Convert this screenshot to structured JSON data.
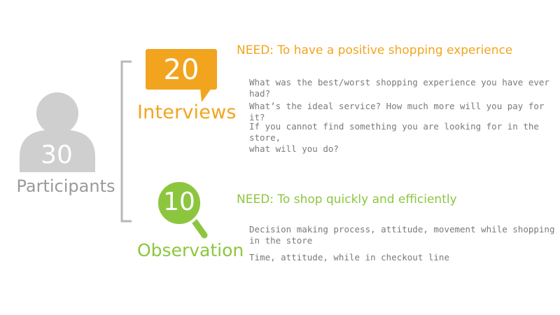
{
  "participants": {
    "count": "30",
    "label": "Participants",
    "color": "#cfcfcf"
  },
  "interviews": {
    "count": "20",
    "label": "Interviews",
    "color": "#f2a41f",
    "icon": "speech-bubble-icon",
    "need": "NEED: To have a positive shopping experience",
    "questions": [
      "What was the best/worst shopping experience you have ever had?",
      "What’s the ideal service? How much more will you pay for it?",
      "If you cannot find something you are looking for in the store,\n what will you do?"
    ]
  },
  "observation": {
    "count": "10",
    "label": "Observation",
    "color": "#8cc63f",
    "icon": "magnifying-glass-icon",
    "need": "NEED: To shop quickly and efficiently",
    "items": [
      "Decision making process, attitude, movement while shopping\nin the store",
      "Time, attitude, while in checkout line"
    ]
  }
}
